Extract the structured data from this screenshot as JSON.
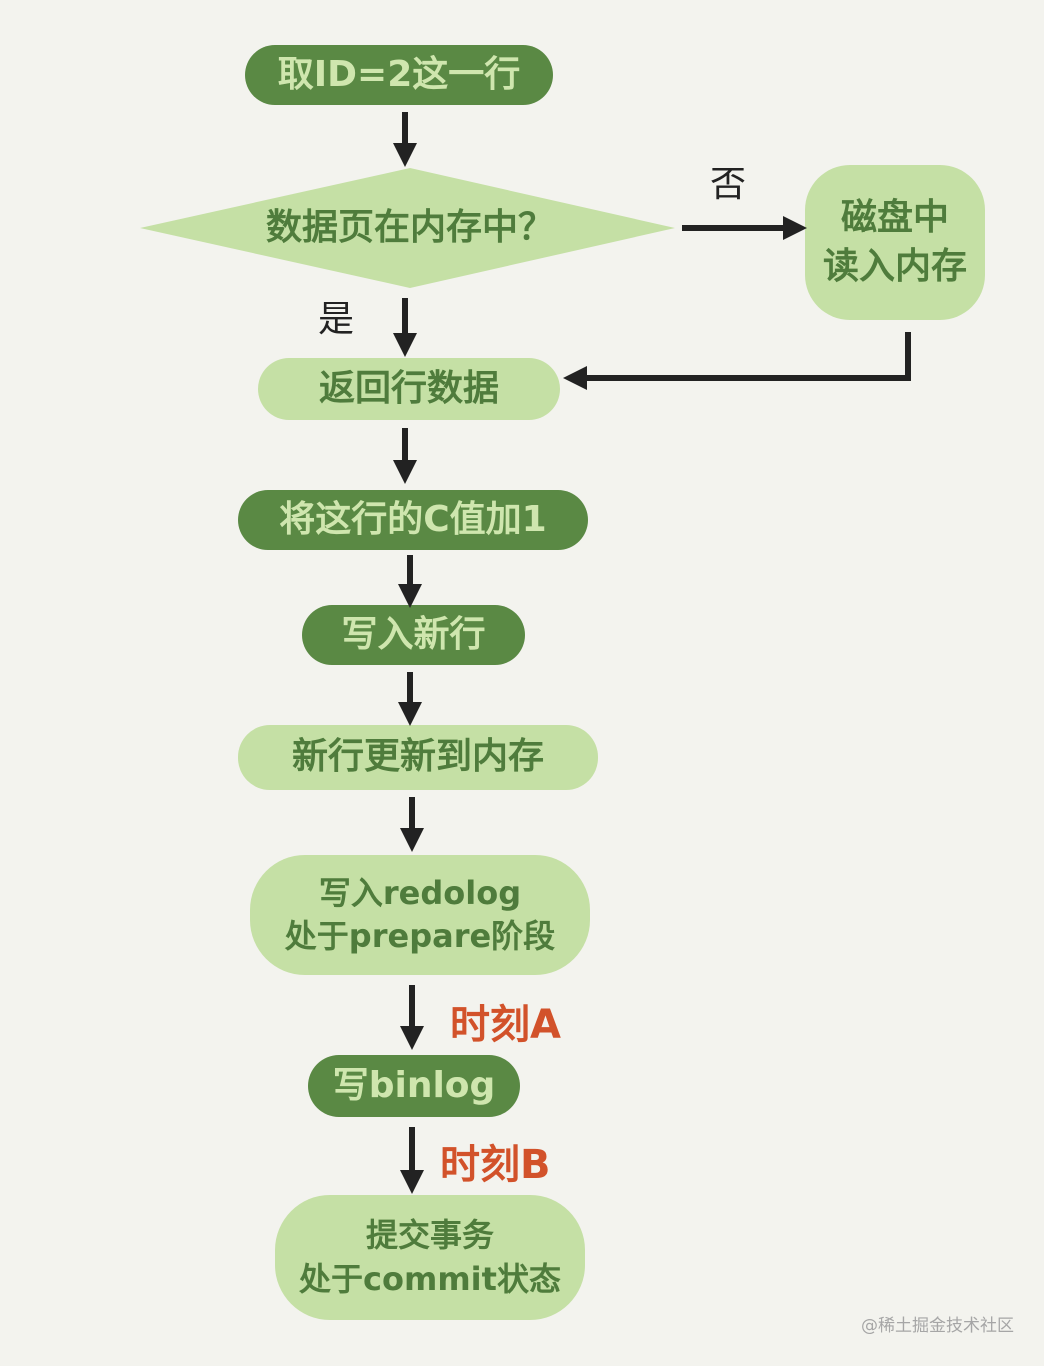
{
  "colors": {
    "dark_node": "#5a8944",
    "light_node": "#c5e0a5",
    "arrow": "#222222",
    "time_label": "#d2522a"
  },
  "nodes": {
    "fetch_row": "取ID=2这一行",
    "in_memory_check": "数据页在内存中？",
    "read_disk": "磁盘中\n读入内存",
    "return_row": "返回行数据",
    "increment_c": "将这行的C值加1",
    "write_new_row": "写入新行",
    "update_memory": "新行更新到内存",
    "write_redolog": "写入redolog\n处于prepare阶段",
    "write_binlog": "写binlog",
    "commit": "提交事务\n处于commit状态"
  },
  "edges": {
    "no": "否",
    "yes": "是",
    "moment_a": "时刻A",
    "moment_b": "时刻B"
  },
  "watermark": "@稀土掘金技术社区"
}
